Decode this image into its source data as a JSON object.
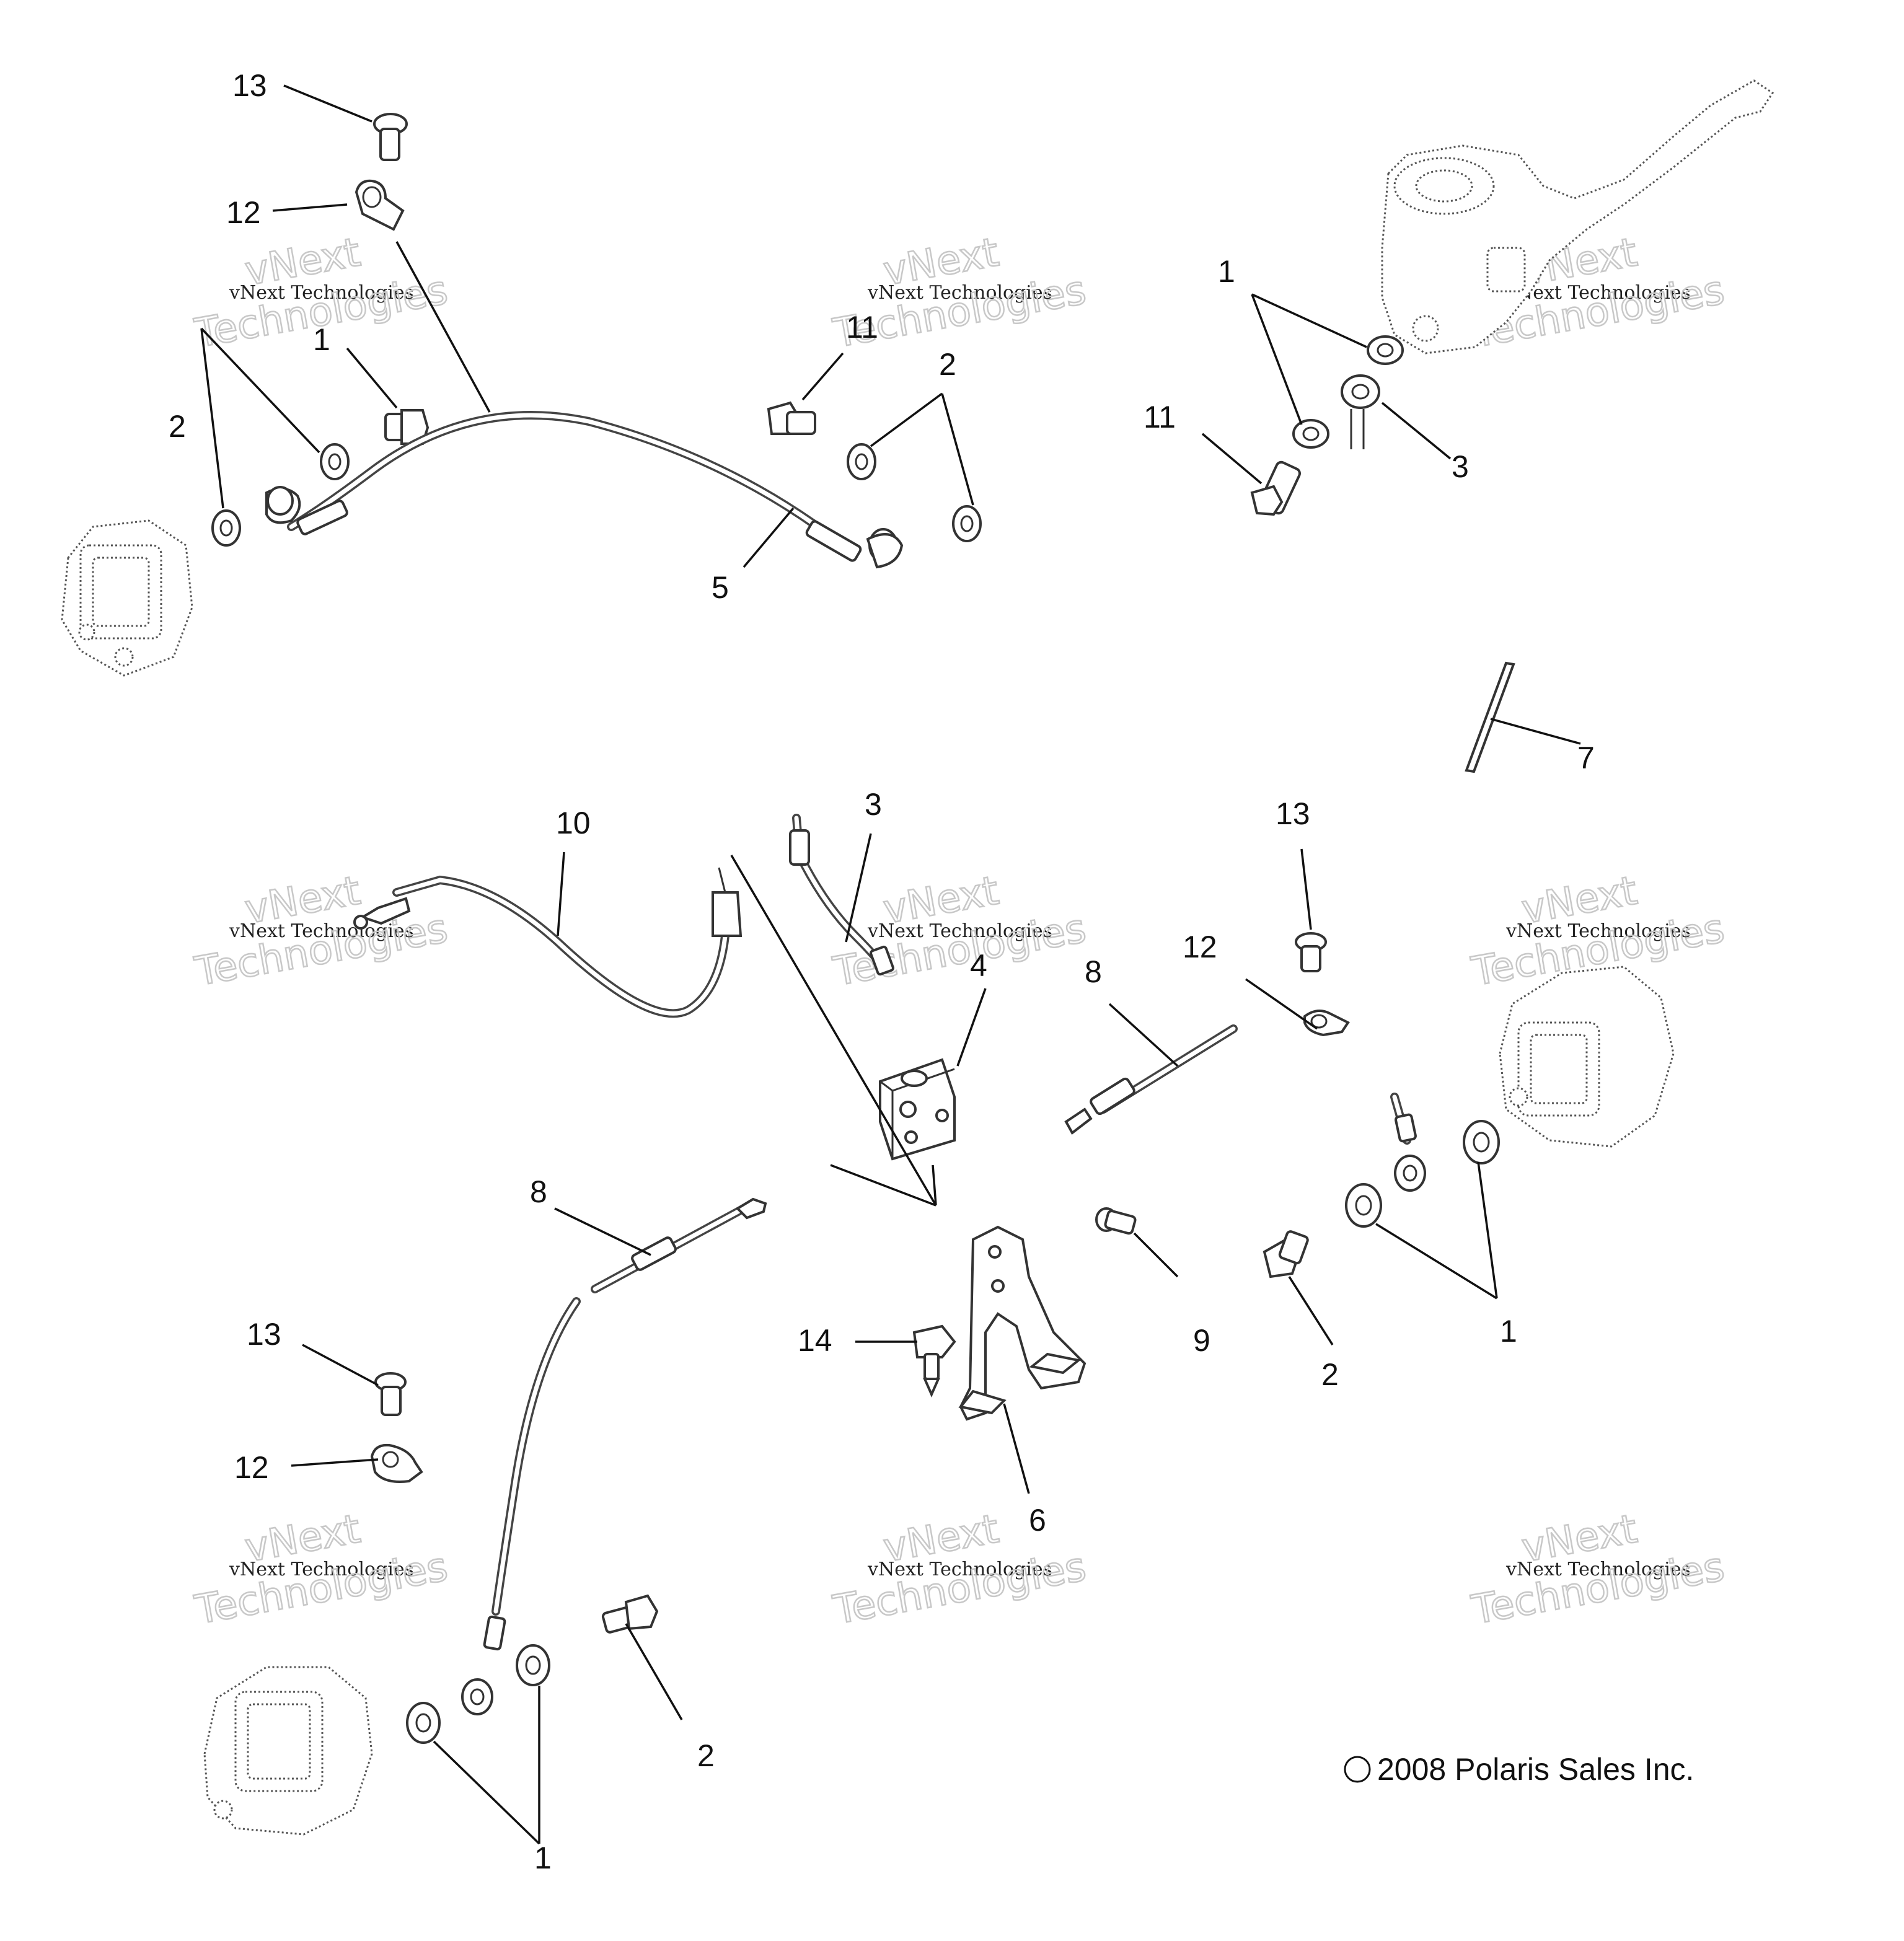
{
  "callouts": [
    {
      "id": "c13a",
      "text": "13"
    },
    {
      "id": "c12a",
      "text": "12"
    },
    {
      "id": "c1a",
      "text": "1"
    },
    {
      "id": "c2a",
      "text": "2"
    },
    {
      "id": "c5",
      "text": "5"
    },
    {
      "id": "c11a",
      "text": "11"
    },
    {
      "id": "c2b",
      "text": "2"
    },
    {
      "id": "c1b",
      "text": "1"
    },
    {
      "id": "c11b",
      "text": "11"
    },
    {
      "id": "c3a",
      "text": "3"
    },
    {
      "id": "c7",
      "text": "7"
    },
    {
      "id": "c10",
      "text": "10"
    },
    {
      "id": "c3b",
      "text": "3"
    },
    {
      "id": "c4",
      "text": "4"
    },
    {
      "id": "c8a",
      "text": "8"
    },
    {
      "id": "c13b",
      "text": "13"
    },
    {
      "id": "c12b",
      "text": "12"
    },
    {
      "id": "c8b",
      "text": "8"
    },
    {
      "id": "c14",
      "text": "14"
    },
    {
      "id": "c9",
      "text": "9"
    },
    {
      "id": "c2c",
      "text": "2"
    },
    {
      "id": "c1c",
      "text": "1"
    },
    {
      "id": "c6",
      "text": "6"
    },
    {
      "id": "c13c",
      "text": "13"
    },
    {
      "id": "c12c",
      "text": "12"
    },
    {
      "id": "c2d",
      "text": "2"
    },
    {
      "id": "c1d",
      "text": "1"
    }
  ],
  "copyright": "2008 Polaris Sales Inc.",
  "copyright_symbol": "©",
  "watermark": {
    "line1": "vNext",
    "line2": "vNext Technologies",
    "line3": "Technologies"
  }
}
